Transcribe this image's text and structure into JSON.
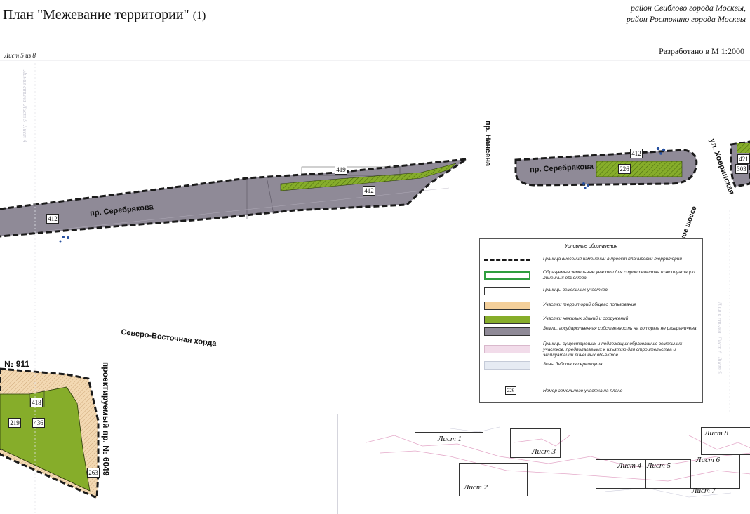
{
  "header": {
    "title": "План \"Межевание территории\"",
    "title_number": "(1)",
    "district_line1": "район Свиблово города Москвы,",
    "district_line2": "район Ростокино города Москвы",
    "sheet": "Лист 5 из 8",
    "scale": "Разработано в М 1:2000"
  },
  "map": {
    "street_serebryakova": "пр. Серебрякова",
    "street_nansena": "пр. Нансена",
    "street_hovrinskaya": "ул. Ховринская",
    "highway_partial": "кое шоссе",
    "chord": "Северо-Восточная хорда",
    "block_number": "№ 911",
    "projected_passage": "проектируемый пр. № 6049",
    "parcels": {
      "p412_left": "412",
      "p412_mid": "412",
      "p412_right": "412",
      "p419": "419",
      "p226": "226",
      "p421": "421",
      "p303": "303",
      "p418": "418",
      "p219": "219",
      "p436": "436",
      "p263": "263"
    },
    "faint_left_1": "Линия стыка",
    "faint_left_2": "Лист 5",
    "faint_left_3": "Лист 4",
    "faint_right_1": "Линия стыка",
    "faint_right_2": "Лист 6",
    "faint_right_3": "Лист 5"
  },
  "legend": {
    "title": "Условные обозначения",
    "items": [
      {
        "label": "Граница внесения изменений в проект планировки территории",
        "color": "#1a1a1a"
      },
      {
        "label": "Образуемые земельные участки для строительства и эксплуатации линейных объектов",
        "color": "#2e9e3e"
      },
      {
        "label": "Границы земельных участков",
        "color": "#333333"
      },
      {
        "label": "Участки территорий общего пользования",
        "color": "#f3cf9a"
      },
      {
        "label": "Участки нежилых зданий и сооружений",
        "color": "#86ad2a"
      },
      {
        "label": "Земли, государственная собственность на которые не разграничена",
        "color": "#8f8a97"
      },
      {
        "label": "Границы существующих и подлежащих образованию земельных участков, предполагаемых к изъятию для строительства и эксплуатации линейных объектов",
        "color": "#f2dcea"
      },
      {
        "label": "Зоны действия сервитута",
        "color": "#e6ebf3"
      },
      {
        "label": "Номер земельного участка на плане",
        "sample": "226"
      }
    ]
  },
  "keymap": {
    "sheets": [
      "Лист 1",
      "Лист 2",
      "Лист 3",
      "Лист 4",
      "Лист 5",
      "Лист 6",
      "Лист 7",
      "Лист 8"
    ]
  }
}
